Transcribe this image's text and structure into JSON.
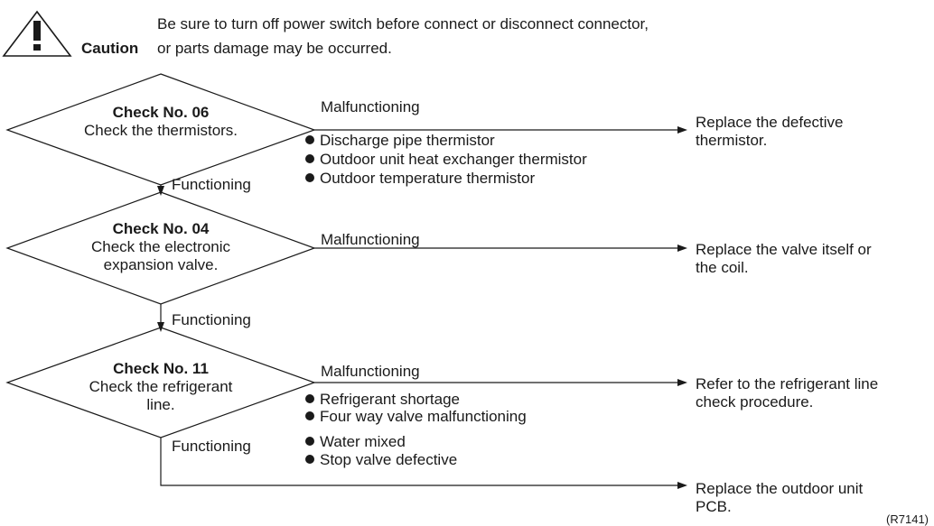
{
  "caution": {
    "label": "Caution",
    "icon": "exclamation-triangle-icon",
    "line1": "Be sure to turn off power switch before connect or disconnect connector,",
    "line2": "or parts damage may be occurred."
  },
  "checks": [
    {
      "id": "check-06",
      "title": "Check No. 06",
      "desc": [
        "Check the thermistors."
      ],
      "fail_label": "Malfunctioning",
      "causes": [
        "Discharge pipe thermistor",
        "Outdoor unit heat exchanger thermistor",
        "Outdoor temperature thermistor"
      ],
      "result": [
        "Replace the defective",
        "thermistor."
      ],
      "pass_label": "Functioning"
    },
    {
      "id": "check-04",
      "title": "Check No. 04",
      "desc": [
        "Check the electronic",
        "expansion valve."
      ],
      "fail_label": "Malfunctioning",
      "causes": [],
      "result": [
        "Replace the valve itself or",
        "the coil."
      ],
      "pass_label": "Functioning"
    },
    {
      "id": "check-11",
      "title": "Check No. 11",
      "desc": [
        "Check the refrigerant",
        "line."
      ],
      "fail_label": "Malfunctioning",
      "causes": [
        "Refrigerant shortage",
        "Four way valve malfunctioning",
        "Water mixed",
        "Stop valve defective"
      ],
      "result": [
        "Refer to the refrigerant line",
        "check procedure."
      ],
      "pass_label": "Functioning"
    }
  ],
  "final_result": [
    "Replace the outdoor unit",
    "PCB."
  ],
  "figure_ref": "(R7141)"
}
